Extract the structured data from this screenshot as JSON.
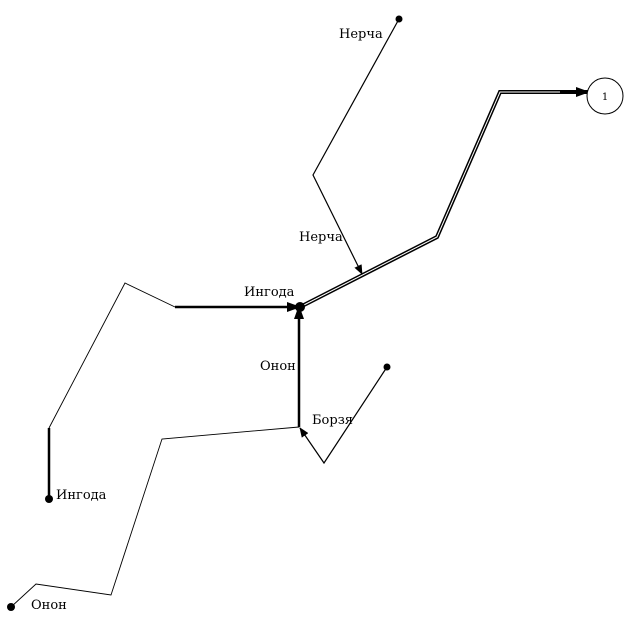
{
  "labels": {
    "nercha_top": "Нерча",
    "nercha_mid": "Нерча",
    "ingoda_top": "Ингода",
    "onon_mid": "Онон",
    "borzya": "Борзя",
    "ingoda_bottom": "Ингода",
    "onon_bottom": "Онон"
  },
  "outlet": {
    "number": "1"
  }
}
